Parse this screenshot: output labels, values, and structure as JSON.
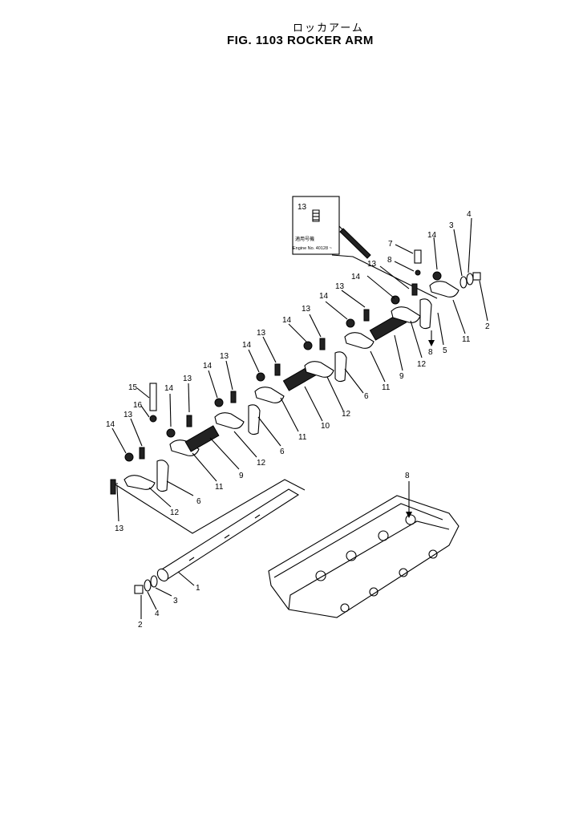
{
  "title_jp": "ロッカアーム",
  "title": "FIG. 1103  ROCKER ARM",
  "inset": {
    "part_label": "13",
    "note_jp": "適用号機",
    "note_en": "Engine No. 40128 ~"
  },
  "callouts": {
    "c2a": "2",
    "c4a": "4",
    "c3a": "3",
    "c1": "1",
    "c13a": "13",
    "c12a": "12",
    "c6a": "6",
    "c14a": "14",
    "c13b": "13",
    "c11a": "11",
    "c9a": "9",
    "c12b": "12",
    "c6b": "6",
    "c15a": "15",
    "c16a": "16",
    "c14b": "14",
    "c13c": "13",
    "c14c": "14",
    "c13d": "13",
    "c11b": "11",
    "c10": "10",
    "c12c": "12",
    "c6c": "6",
    "c14d": "14",
    "c13e": "13",
    "c14e": "14",
    "c13f": "13",
    "c11c": "11",
    "c9b": "9",
    "c12d": "12",
    "c8a": "8",
    "c5": "5",
    "c11d": "11",
    "c14f": "14",
    "c13g": "13",
    "c14g": "14",
    "c13h": "13",
    "c7": "7",
    "c8b": "8",
    "c14h": "14",
    "c3b": "3",
    "c4b": "4",
    "c2b": "2",
    "c8c": "8"
  }
}
